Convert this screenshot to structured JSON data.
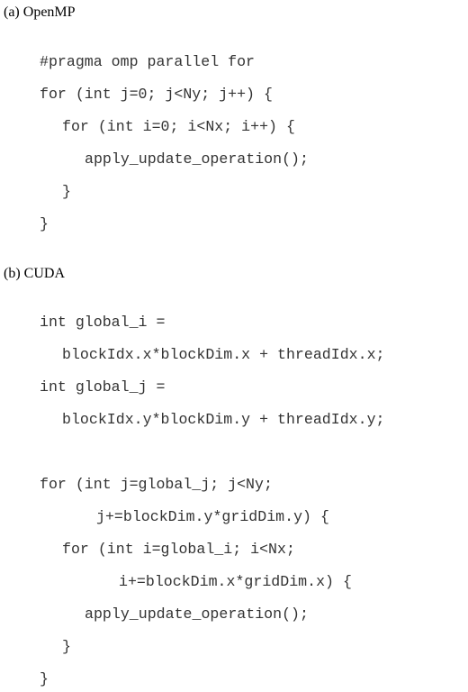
{
  "sections": [
    {
      "heading": "(a) OpenMP",
      "code": [
        "#pragma omp parallel for",
        "for (int j=0; j<Ny; j++) {",
        "for (int i=0; i<Nx; i++) {",
        "apply_update_operation();",
        "}",
        "}"
      ]
    },
    {
      "heading": "(b) CUDA",
      "code": [
        "int global_i =",
        "blockIdx.x*blockDim.x + threadIdx.x;",
        "int global_j =",
        "blockIdx.y*blockDim.y + threadIdx.y;",
        "for (int j=global_j; j<Ny;",
        "j+=blockDim.y*gridDim.y) {",
        "for (int i=global_i; i<Nx;",
        "i+=blockDim.x*gridDim.x) {",
        "apply_update_operation();",
        "}",
        "}"
      ]
    }
  ]
}
